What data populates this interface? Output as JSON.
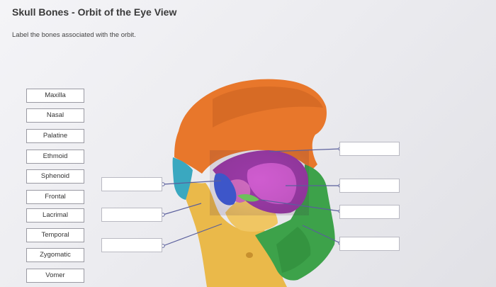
{
  "header": {
    "title": "Skull Bones - Orbit of the Eye View",
    "instruction": "Label the bones associated with the orbit."
  },
  "word_bank": {
    "items": [
      {
        "label": "Maxilla"
      },
      {
        "label": "Nasal"
      },
      {
        "label": "Palatine"
      },
      {
        "label": "Ethmoid"
      },
      {
        "label": "Sphenoid"
      },
      {
        "label": "Frontal"
      },
      {
        "label": "Lacrimal"
      },
      {
        "label": "Temporal"
      },
      {
        "label": "Zygomatic"
      },
      {
        "label": "Vomer"
      }
    ]
  },
  "targets": {
    "left_count": 3,
    "right_count": 4,
    "current_values": [
      "",
      "",
      "",
      "",
      "",
      "",
      ""
    ]
  },
  "colors": {
    "frontal": "#e8772b",
    "sphenoid_magenta": "#b03fb4",
    "maxilla_yellow": "#eab94a",
    "zygomatic_green": "#3da24a",
    "lacrimal_blue": "#3d56c9",
    "nasal_teal": "#3aa8c0",
    "ethmoid_pink": "#d06cc0"
  }
}
